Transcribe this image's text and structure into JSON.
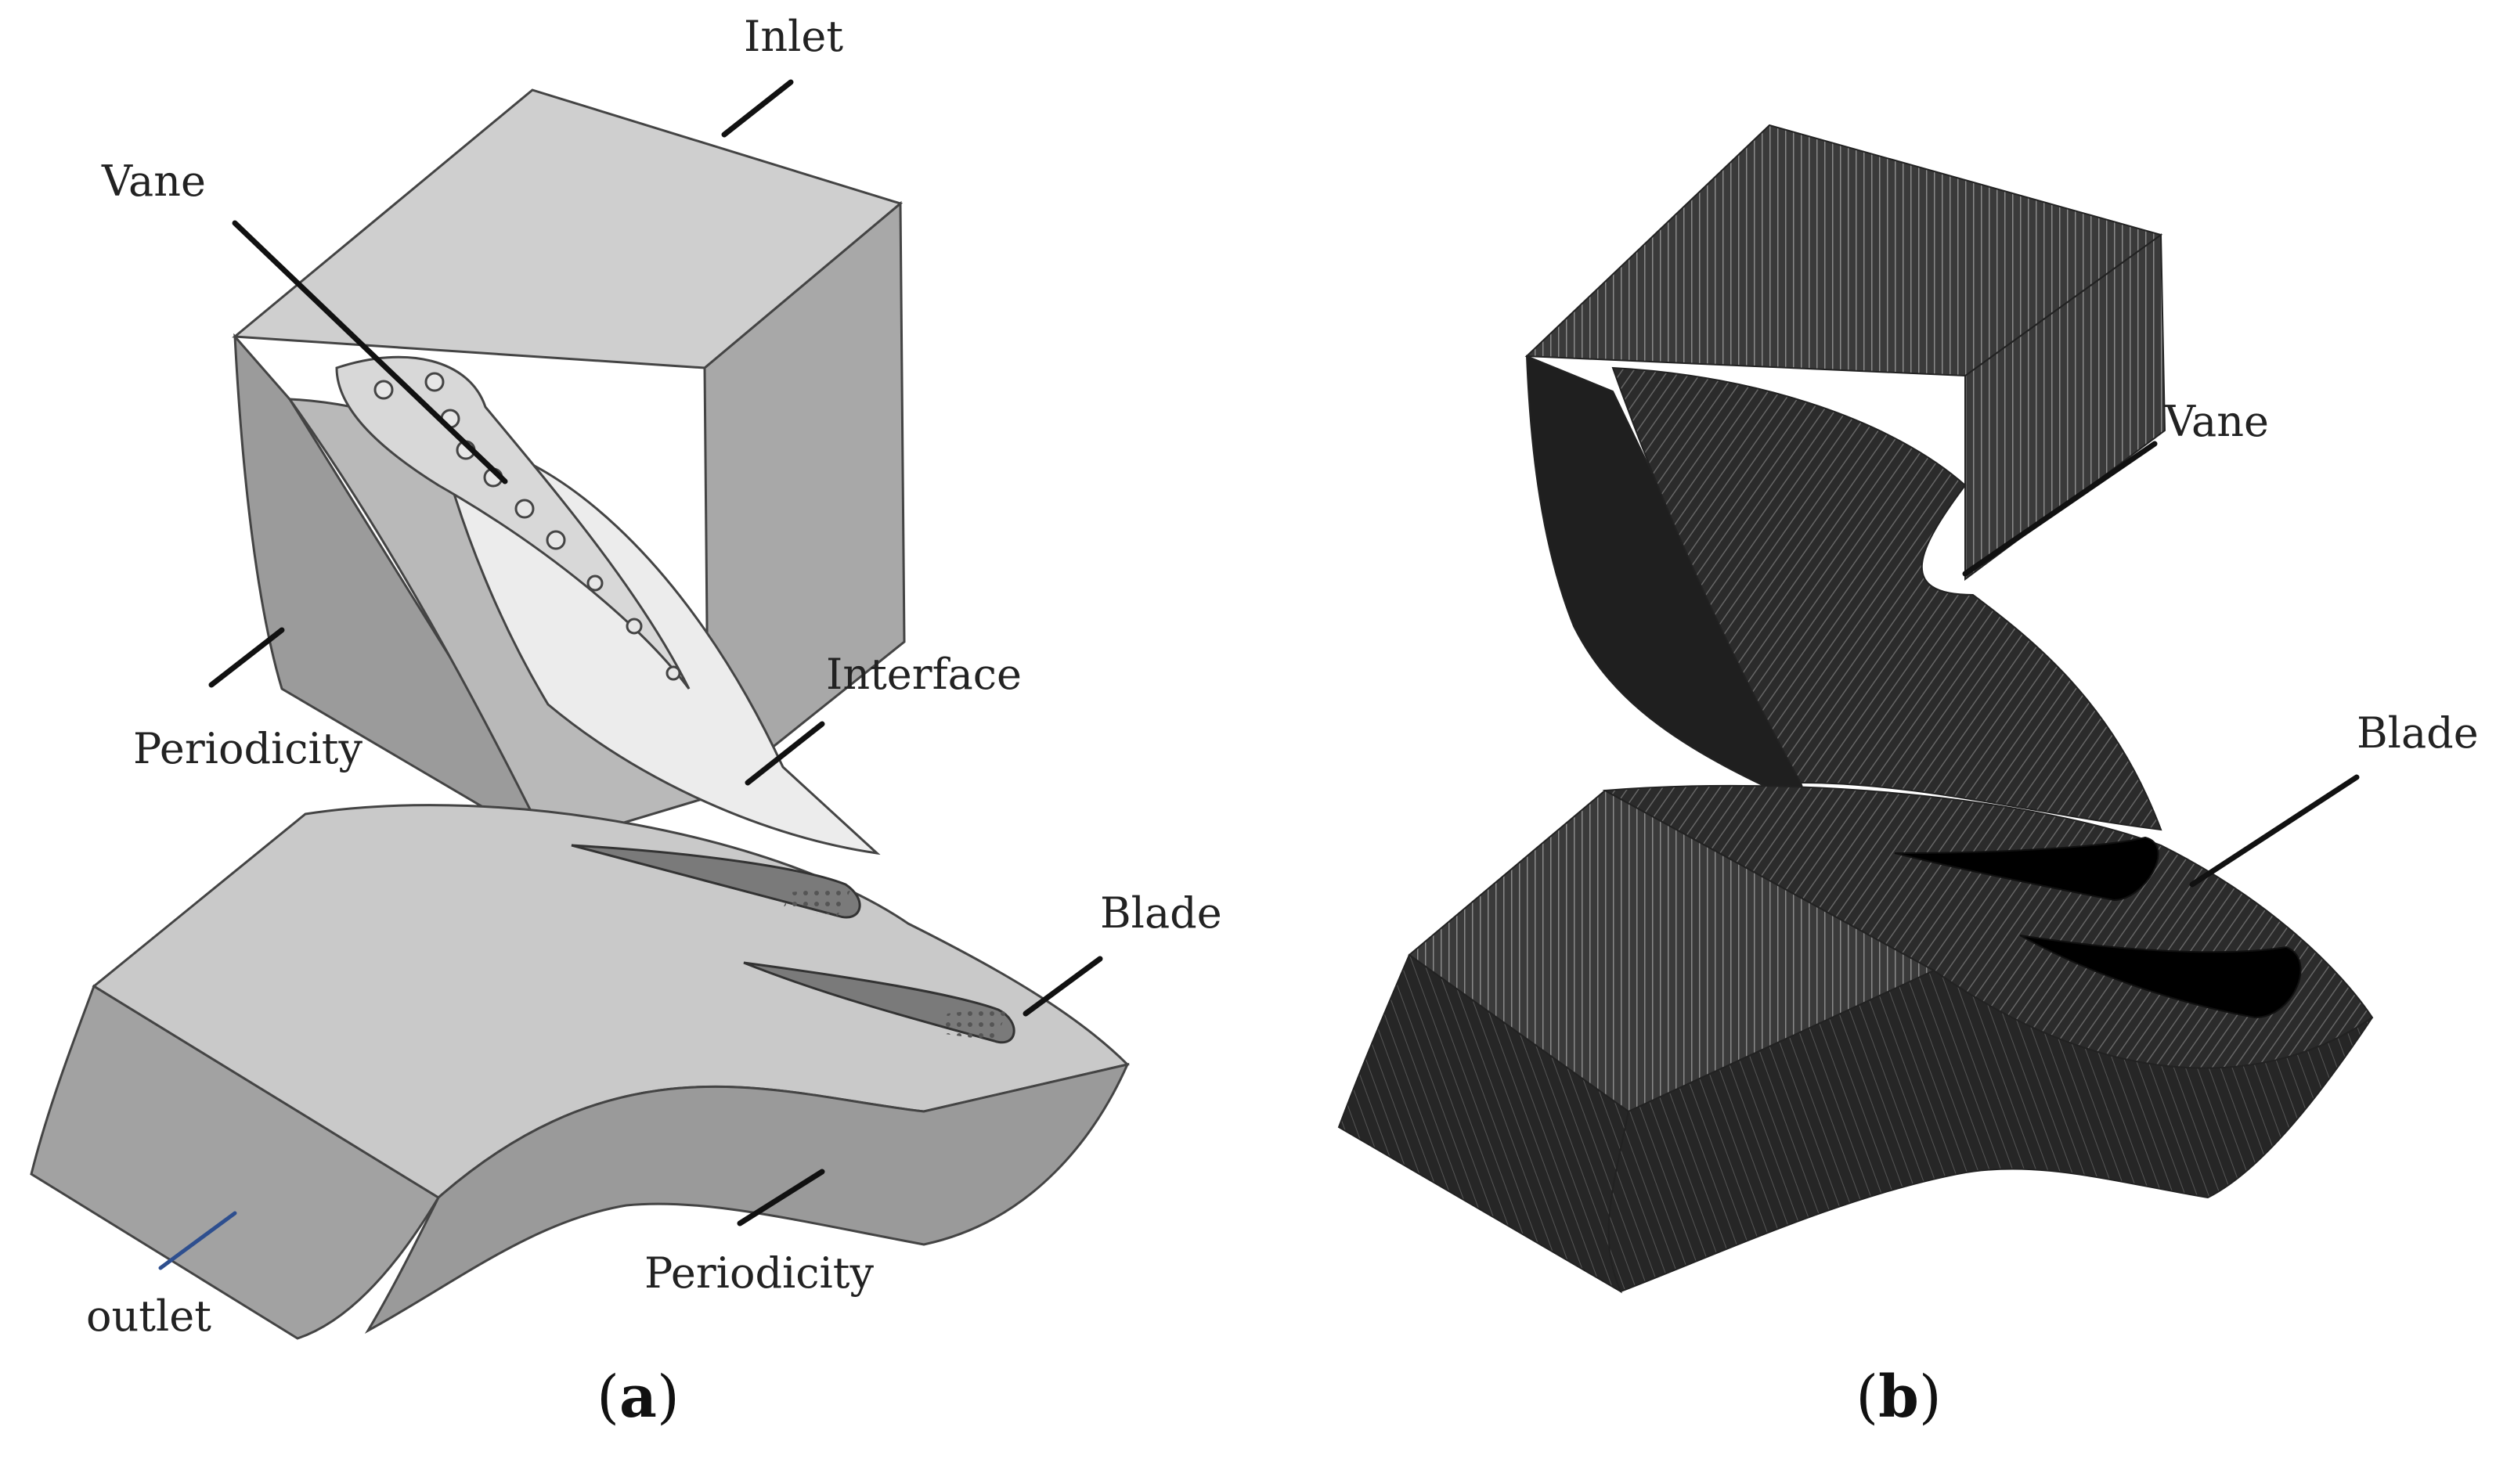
{
  "panel_a": {
    "labels": {
      "inlet": "Inlet",
      "vane": "Vane",
      "interface": "Interface",
      "periodicity_left": "Periodicity",
      "blade": "Blade",
      "outlet": "outlet",
      "periodicity_bottom": "Periodicity"
    },
    "caption": {
      "open": "(",
      "letter": "a",
      "close": ")"
    }
  },
  "panel_b": {
    "labels": {
      "vane": "Vane",
      "blade": "Blade"
    },
    "caption": {
      "open": "(",
      "letter": "b",
      "close": ")"
    }
  },
  "colors": {
    "geometry_light": "#c9c9c9",
    "geometry_mid": "#a6a6a6",
    "geometry_dark": "#8a8a8a",
    "interface_face": "#ececec",
    "mesh_dark": "#2f2f2f",
    "mesh_light": "#7d7d7d",
    "outlet_leader": "#2e4f8f"
  }
}
